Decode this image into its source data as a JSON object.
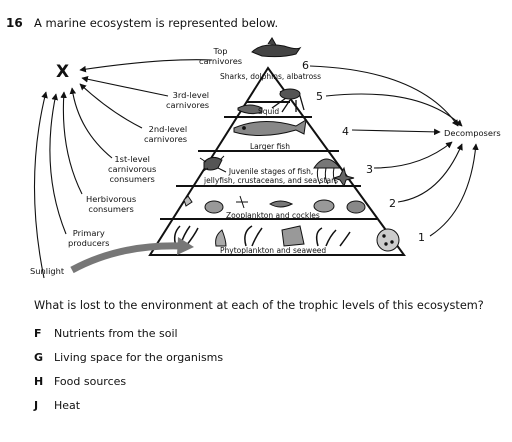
{
  "question": {
    "number": "16",
    "intro": "A marine ecosystem is represented below.",
    "prompt": "What is lost to the environment at each of the trophic levels of this ecosystem?",
    "options": [
      {
        "letter": "F",
        "text": "Nutrients from the soil"
      },
      {
        "letter": "G",
        "text": "Living space for the organisms"
      },
      {
        "letter": "H",
        "text": "Food sources"
      },
      {
        "letter": "J",
        "text": "Heat"
      }
    ]
  },
  "diagram": {
    "x_label": "X",
    "decomposers": "Decomposers",
    "sunlight": "Sunlight",
    "left_labels": {
      "top_carnivores": [
        "Top",
        "carnivores"
      ],
      "third_level": [
        "3rd-level",
        "carnivores"
      ],
      "second_level": [
        "2nd-level",
        "carnivores"
      ],
      "first_level": [
        "1st-level",
        "carnivorous",
        "consumers"
      ],
      "herbivorous": [
        "Herbivorous",
        "consumers"
      ],
      "primary": [
        "Primary",
        "producers"
      ]
    },
    "tier_captions": {
      "tier6": "Sharks, dolphins, albatross",
      "tier5": "Squid",
      "tier4": "Larger fish",
      "tier3": [
        "Juvenile stages of fish,",
        "jellyfish, crustaceans, and sea stars"
      ],
      "tier2": "Zooplankton and cockles",
      "tier1": "Phytoplankton and seaweed"
    },
    "level_numbers": [
      "6",
      "5",
      "4",
      "3",
      "2",
      "1"
    ]
  }
}
